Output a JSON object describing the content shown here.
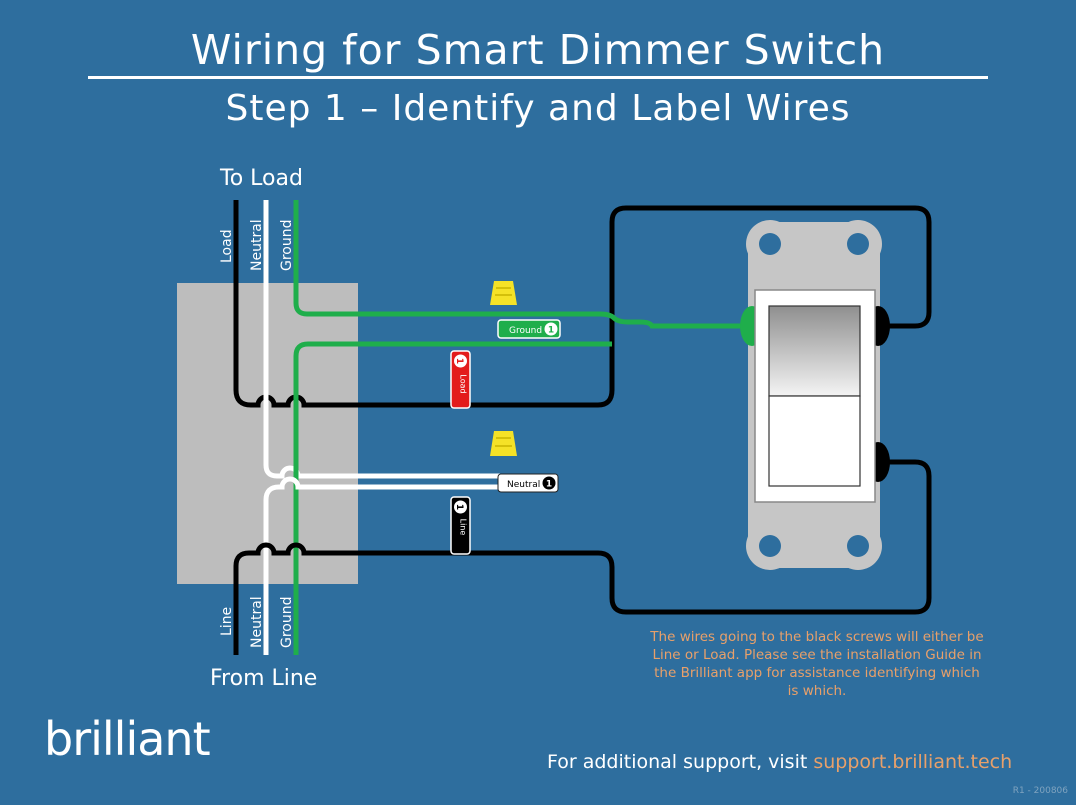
{
  "title": "Wiring for Smart Dimmer Switch",
  "subtitle": "Step 1 – Identify and Label Wires",
  "top_group": {
    "label": "To Load",
    "wires": [
      "Load",
      "Neutral",
      "Ground"
    ]
  },
  "bottom_group": {
    "label": "From Line",
    "wires": [
      "Line",
      "Neutral",
      "Ground"
    ]
  },
  "tags": {
    "ground": {
      "text": "Ground",
      "num": "1"
    },
    "load": {
      "text": "Load",
      "num": "1"
    },
    "neutral": {
      "text": "Neutral",
      "num": "1"
    },
    "line": {
      "text": "Line",
      "num": "1"
    }
  },
  "note": "The wires going to the black screws will either be Line or Load.  Please see the installation Guide in the Brilliant app for assistance identifying which is which.",
  "logo": "brilliant",
  "support": {
    "prefix": "For additional support, visit ",
    "link": "support.brilliant.tech"
  },
  "revision": "R1 - 200806",
  "colors": {
    "background": "#2e6e9e",
    "ground_wire": "#1fae4b",
    "load_tag": "#e31b1b",
    "wire_nut": "#f5e227",
    "accent": "#e8a06a"
  }
}
